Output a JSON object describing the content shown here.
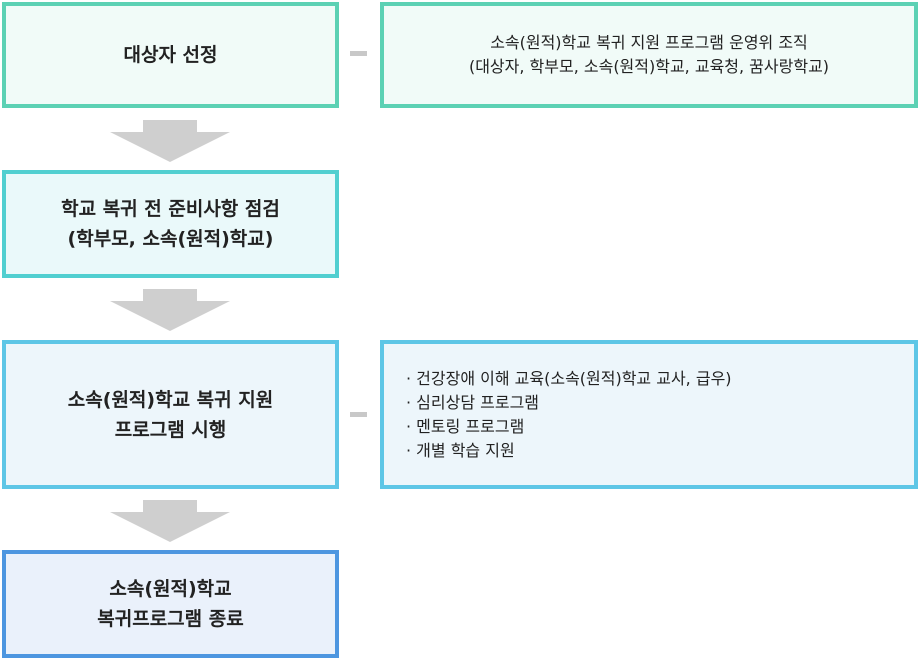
{
  "steps": [
    {
      "lines": [
        "대상자 선정"
      ]
    },
    {
      "lines": [
        "학교 복귀 전 준비사항 점검",
        "(학부모, 소속(원적)학교)"
      ]
    },
    {
      "lines": [
        "소속(원적)학교 복귀 지원",
        "프로그램 시행"
      ]
    },
    {
      "lines": [
        "소속(원적)학교",
        "복귀프로그램 종료"
      ]
    }
  ],
  "side_notes": {
    "organization": {
      "lines": [
        "소속(원적)학교 복귀 지원 프로그램 운영위 조직",
        "(대상자, 학부모, 소속(원적)학교, 교육청, 꿈사랑학교)"
      ]
    },
    "programs": {
      "items": [
        "건강장애 이해 교육(소속(원적)학교 교사, 급우)",
        "심리상담 프로그램",
        "멘토링 프로그램",
        "개별 학습 지원"
      ]
    }
  },
  "colors": {
    "step1_border": "#5cd1b4",
    "step1_fill": "#f1fbf8",
    "step2_border": "#51cfd0",
    "step2_fill": "#eaf9fa",
    "step3_border": "#5ec6e6",
    "step3_fill": "#edf6fb",
    "step4_border": "#4d96e0",
    "step4_fill": "#eaf1fb",
    "arrow": "#cfcfcf",
    "connector": "#c8c8c8"
  }
}
